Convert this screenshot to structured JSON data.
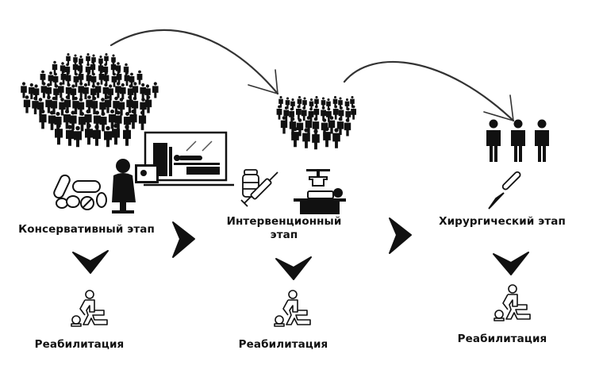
{
  "stages": [
    {
      "id": "conservative",
      "title": "Консервативный этап",
      "icons": [
        "crowd-large-icon",
        "pills-icon",
        "radiology-workstation-icon"
      ],
      "rehab_label": "Реабилитация"
    },
    {
      "id": "interventional",
      "title_line1": "Интервенционный",
      "title_line2": "этап",
      "icons": [
        "crowd-medium-icon",
        "vial-syringe-icon",
        "c-arm-table-icon"
      ],
      "rehab_label": "Реабилитация"
    },
    {
      "id": "surgical",
      "title": "Хирургический этап",
      "icons": [
        "three-people-icon",
        "scalpel-icon"
      ],
      "rehab_label": "Реабилитация"
    }
  ],
  "connectors": {
    "stage_to_stage": "chevron-right",
    "stage_to_rehab": "chevron-down",
    "patient_flow": "curved-arrow"
  },
  "colors": {
    "foreground": "#111111",
    "background": "#ffffff",
    "arrow_stroke": "#333333"
  }
}
